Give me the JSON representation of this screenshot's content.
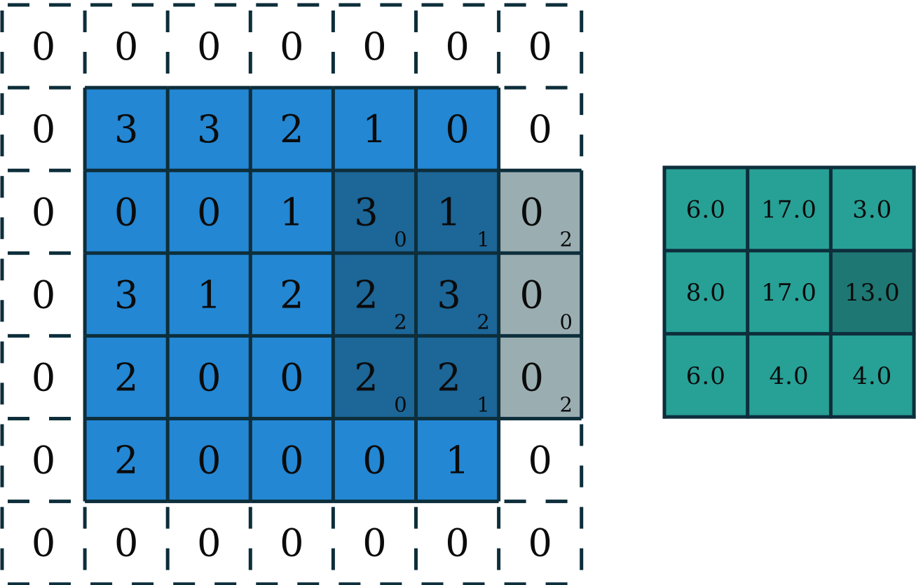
{
  "input_grid": {
    "values": [
      [
        "0",
        "0",
        "0",
        "0",
        "0",
        "0",
        "0"
      ],
      [
        "0",
        "3",
        "3",
        "2",
        "1",
        "0",
        "0"
      ],
      [
        "0",
        "0",
        "0",
        "1",
        "3",
        "1",
        "0"
      ],
      [
        "0",
        "3",
        "1",
        "2",
        "2",
        "3",
        "0"
      ],
      [
        "0",
        "2",
        "0",
        "0",
        "2",
        "2",
        "0"
      ],
      [
        "0",
        "2",
        "0",
        "0",
        "0",
        "1",
        "0"
      ],
      [
        "0",
        "0",
        "0",
        "0",
        "0",
        "0",
        "0"
      ]
    ],
    "padding": 1,
    "kernel_window": {
      "row_start": 2,
      "col_start": 4,
      "size": 3
    },
    "kernel_weights": [
      [
        "0",
        "1",
        "2"
      ],
      [
        "2",
        "2",
        "0"
      ],
      [
        "0",
        "1",
        "2"
      ]
    ]
  },
  "output_grid": {
    "values": [
      [
        "6.0",
        "17.0",
        "3.0"
      ],
      [
        "8.0",
        "17.0",
        "13.0"
      ],
      [
        "6.0",
        "4.0",
        "4.0"
      ]
    ],
    "highlight": {
      "row": 1,
      "col": 2
    }
  },
  "colors": {
    "padding_fill": "#ffffff",
    "input_fill": "#2387d3",
    "kernel_on_input_fill": "#1c6698",
    "kernel_on_padding_fill": "#9aaeb2",
    "output_fill": "#27a096",
    "output_highlight_fill": "#1e7773",
    "border": "#0d2e3b",
    "text": "#0b0b0b"
  }
}
